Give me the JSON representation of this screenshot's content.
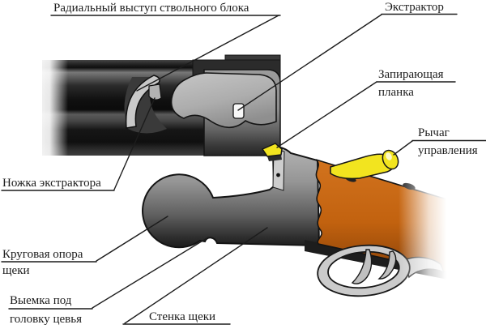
{
  "diagram": {
    "labels": {
      "radial_lug": "Радиальный выступ ствольного блока",
      "extractor": "Экстрактор",
      "locking_plate_line1": "Запирающая",
      "locking_plate_line2": "планка",
      "control_lever_line1": "Рычаг",
      "control_lever_line2": "управления",
      "extractor_leg": "Ножка экстрактора",
      "cheek_support_line1": "Круговая опора",
      "cheek_support_line2": "щеки",
      "forend_recess_line1": "Выемка под",
      "forend_recess_line2": "головку цевья",
      "cheek_wall": "Стенка щеки"
    },
    "colors": {
      "background": "#ffffff",
      "line": "#1c1c1c",
      "barrel_dark": "#161616",
      "metal_light": "#c6c6c6",
      "metal_mid": "#9c9c9c",
      "metal_dark": "#2e2e2e",
      "stock_wood_light": "#d2731e",
      "stock_wood": "#c2620f",
      "stock_wood_dark": "#8a4208",
      "lever_yellow": "#f2e41f"
    }
  }
}
